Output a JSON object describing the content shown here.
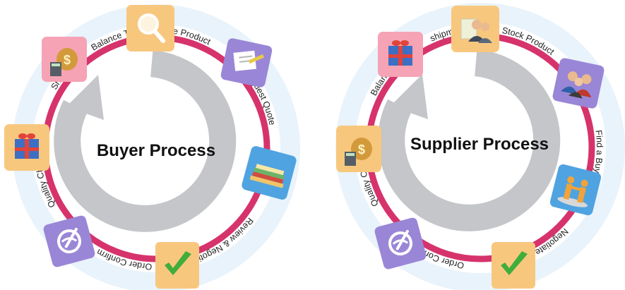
{
  "colors": {
    "ring": "#d6336c",
    "halo": "#e9f3fb",
    "arrow": "#c4c6c9",
    "tile_orange": "#f8c77e",
    "tile_purple": "#9a86d6",
    "tile_blue": "#4fa3e0",
    "tile_pink": "#f6a3b5"
  },
  "buyer": {
    "title": "Buyer Process",
    "steps": [
      {
        "label": "Browse Product",
        "icon": "magnifier-icon",
        "tile": "tile_orange"
      },
      {
        "label": "Request Quote",
        "icon": "document-pencil-icon",
        "tile": "tile_purple"
      },
      {
        "label": "Review & Negotiate",
        "icon": "papers-tray-icon",
        "tile": "tile_blue"
      },
      {
        "label": "",
        "icon": "checkmark-icon",
        "tile": "tile_orange"
      },
      {
        "label": "Order Confirm",
        "icon": "stamp-icon",
        "tile": "tile_purple"
      },
      {
        "label": "Quality Check",
        "icon": "",
        "tile": ""
      },
      {
        "label": "Shipment",
        "icon": "gift-icon",
        "tile": "tile_orange"
      },
      {
        "label": "Balance TT",
        "icon": "money-calculator-icon",
        "tile": "tile_pink"
      }
    ]
  },
  "supplier": {
    "title": "Supplier Process",
    "steps": [
      {
        "label": "Upload Stock Product",
        "icon": "business-people-icon",
        "tile": "tile_orange"
      },
      {
        "label": "Find a Buyer",
        "icon": "people-group-icon",
        "tile": "tile_purple"
      },
      {
        "label": "Negotiate",
        "icon": "handshake-icon",
        "tile": "tile_blue"
      },
      {
        "label": "",
        "icon": "checkmark-icon",
        "tile": "tile_orange"
      },
      {
        "label": "Order Confirm",
        "icon": "stamp-icon",
        "tile": "tile_purple"
      },
      {
        "label": "Quality Check",
        "icon": "",
        "tile": ""
      },
      {
        "label": "Balance TT",
        "icon": "money-calculator-icon",
        "tile": "tile_orange"
      },
      {
        "label": "shipment",
        "icon": "gift-icon",
        "tile": "tile_pink"
      }
    ]
  }
}
